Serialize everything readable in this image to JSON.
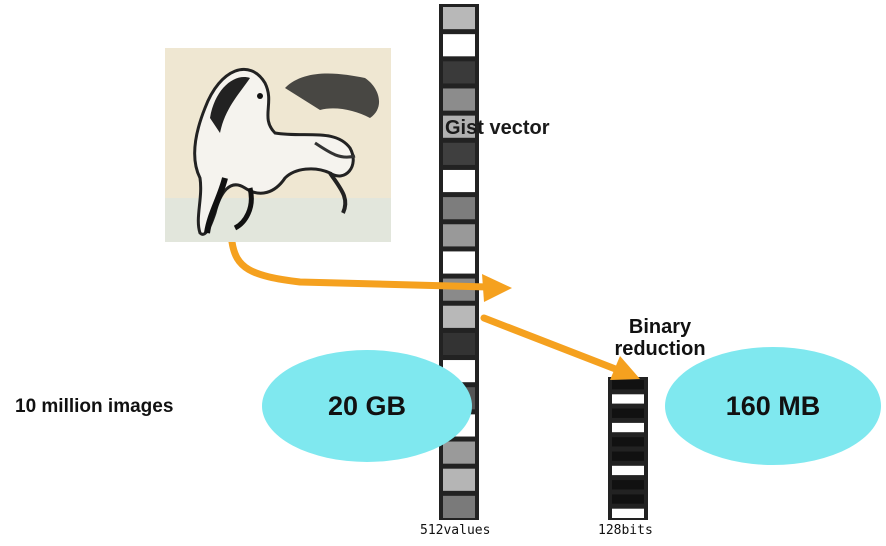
{
  "gist_vector_label": "Gist vector",
  "binary_reduction_label": [
    "Binary",
    "reduction"
  ],
  "dataset_label": "10 million images",
  "raw_size": "20 GB",
  "compressed_size": "160 MB",
  "gist_values_label": "512values",
  "binary_bits_label": "128bits",
  "colors": {
    "arrow": "#f5a11f",
    "ellipse": "#7fe8ef",
    "bar_border": "#222222"
  },
  "gist_cells": [
    "#b8b8b8",
    "#ffffff",
    "#3a3a3a",
    "#8c8c8c",
    "#b0b0b0",
    "#3f3f3f",
    "#ffffff",
    "#7d7d7d",
    "#999999",
    "#ffffff",
    "#8a8a8a",
    "#b8b8b8",
    "#333333",
    "#ffffff",
    "#555555",
    "#ffffff",
    "#9a9a9a",
    "#b5b5b5",
    "#7a7a7a"
  ],
  "binary_cells": [
    "#111111",
    "#ffffff",
    "#111111",
    "#ffffff",
    "#111111",
    "#111111",
    "#ffffff",
    "#111111",
    "#111111",
    "#ffffff"
  ]
}
